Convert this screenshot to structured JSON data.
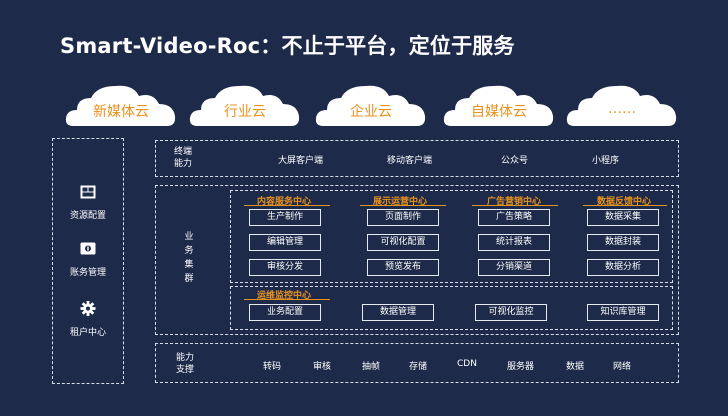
{
  "title": "Smart-Video-Roc：不止于平台，定位于服务",
  "clouds": [
    "新媒体云",
    "行业云",
    "企业云",
    "自媒体云",
    "……"
  ],
  "sidebar": {
    "items": [
      {
        "label": "资源配置",
        "icon": "grid-icon"
      },
      {
        "label": "账务管理",
        "icon": "billing-icon"
      },
      {
        "label": "租户中心",
        "icon": "gear-icon"
      }
    ]
  },
  "terminal": {
    "label_line1": "终端",
    "label_line2": "能力",
    "items": [
      "大屏客户端",
      "移动客户端",
      "公众号",
      "小程序"
    ]
  },
  "business": {
    "label": [
      "业",
      "务",
      "集",
      "群"
    ],
    "groups": [
      {
        "title": "内容服务中心",
        "items": [
          "生产制作",
          "编辑管理",
          "审核分发"
        ]
      },
      {
        "title": "展示运营中心",
        "items": [
          "页面制作",
          "可视化配置",
          "预览发布"
        ]
      },
      {
        "title": "广告营销中心",
        "items": [
          "广告策略",
          "统计报表",
          "分销渠道"
        ]
      },
      {
        "title": "数据反馈中心",
        "items": [
          "数据采集",
          "数据封装",
          "数据分析"
        ]
      }
    ],
    "ops": {
      "title": "运维监控中心",
      "items": [
        "业务配置",
        "数据管理",
        "可视化监控",
        "知识库管理"
      ]
    }
  },
  "capability": {
    "label_line1": "能力",
    "label_line2": "支撑",
    "items": [
      "转码",
      "审核",
      "抽帧",
      "存储",
      "CDN",
      "服务器",
      "数据",
      "网络"
    ]
  },
  "colors": {
    "background": "#1e2a4a",
    "accent": "#e8921e",
    "text": "#ffffff"
  }
}
